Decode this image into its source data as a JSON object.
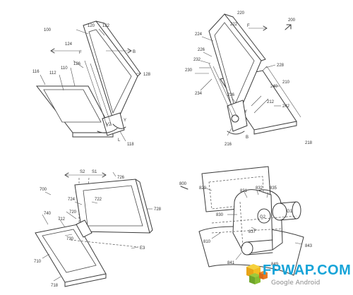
{
  "figures": [
    {
      "id": "fig-100",
      "labels": [
        "100",
        "120",
        "122",
        "124",
        "F",
        "B",
        "126",
        "128",
        "116",
        "112",
        "110",
        "V2",
        "L",
        "118",
        "Y"
      ]
    },
    {
      "id": "fig-200",
      "labels": [
        "220",
        "200",
        "222",
        "224",
        "F",
        "226",
        "228",
        "232",
        "230",
        "234",
        "240",
        "210",
        "212",
        "242",
        "236",
        "B",
        "216",
        "218",
        "Y"
      ]
    },
    {
      "id": "fig-700",
      "labels": [
        "S2",
        "S1",
        "726",
        "700",
        "724",
        "722",
        "728",
        "740",
        "712",
        "720",
        "730",
        "E3",
        "710",
        "718"
      ]
    },
    {
      "id": "fig-800",
      "labels": [
        "800",
        "820",
        "831",
        "832",
        "835",
        "830",
        "G2",
        "G1",
        "837",
        "810",
        "843",
        "841",
        "849"
      ]
    }
  ],
  "watermark": {
    "text": "FPWAP.COM",
    "subtext": "Google  Android",
    "color": "#17a4d8"
  }
}
